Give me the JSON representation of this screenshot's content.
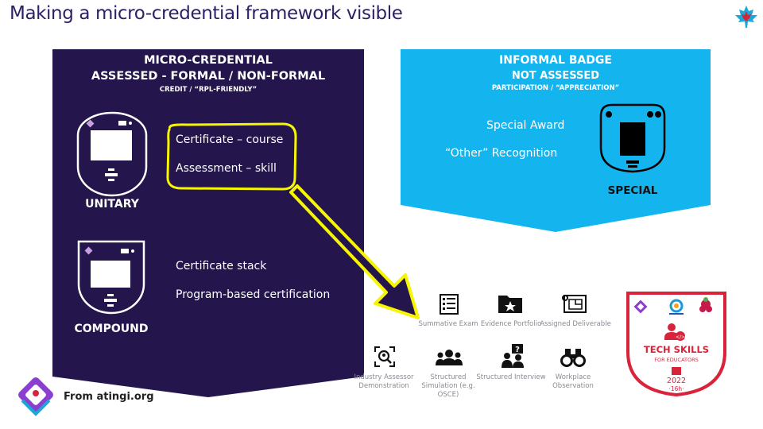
{
  "slide": {
    "title": "Making a micro-credential framework visible",
    "footer": "From atingi.org"
  },
  "micro_credential": {
    "heading1": "MICRO-CREDENTIAL",
    "heading2": "ASSESSED - FORMAL / NON-FORMAL",
    "heading3": "CREDIT / “RPL-FRIENDLY”",
    "unitary": {
      "label": "UNITARY",
      "items": [
        "Certificate – course",
        "Assessment – skill"
      ]
    },
    "compound": {
      "label": "COMPOUND",
      "items": [
        "Certificate stack",
        "Program-based certification"
      ]
    }
  },
  "informal_badge": {
    "heading1": "INFORMAL BADGE",
    "heading2": "NOT ASSESSED",
    "heading3": "PARTICIPATION / “APPRECIATION”",
    "items": [
      "Special Award",
      "“Other” Recognition"
    ],
    "label": "SPECIAL"
  },
  "assessment_methods": [
    {
      "icon": "checklist-icon",
      "label": "Summative Exam"
    },
    {
      "icon": "folder-star-icon",
      "label": "Evidence Portfolio"
    },
    {
      "icon": "blueprint-icon",
      "label": "Assigned Deliverable"
    },
    {
      "icon": "magnifier-person-icon",
      "label": "Industry Assessor Demonstration"
    },
    {
      "icon": "group-icon",
      "label": "Structured Simulation (e.g. OSCE)"
    },
    {
      "icon": "interview-icon",
      "label": "Structured Interview"
    },
    {
      "icon": "binoculars-icon",
      "label": "Workplace Observation"
    }
  ],
  "sample_badge": {
    "line1": "TECH SKILLS",
    "line2": "FOR EDUCATORS",
    "year": "2022",
    "hours": "·16h·"
  },
  "colors": {
    "dark_panel": "#24164d",
    "blue_panel": "#14b4ef",
    "title": "#2e1f66",
    "highlight": "#f7f500",
    "badge_red": "#d8233b"
  }
}
